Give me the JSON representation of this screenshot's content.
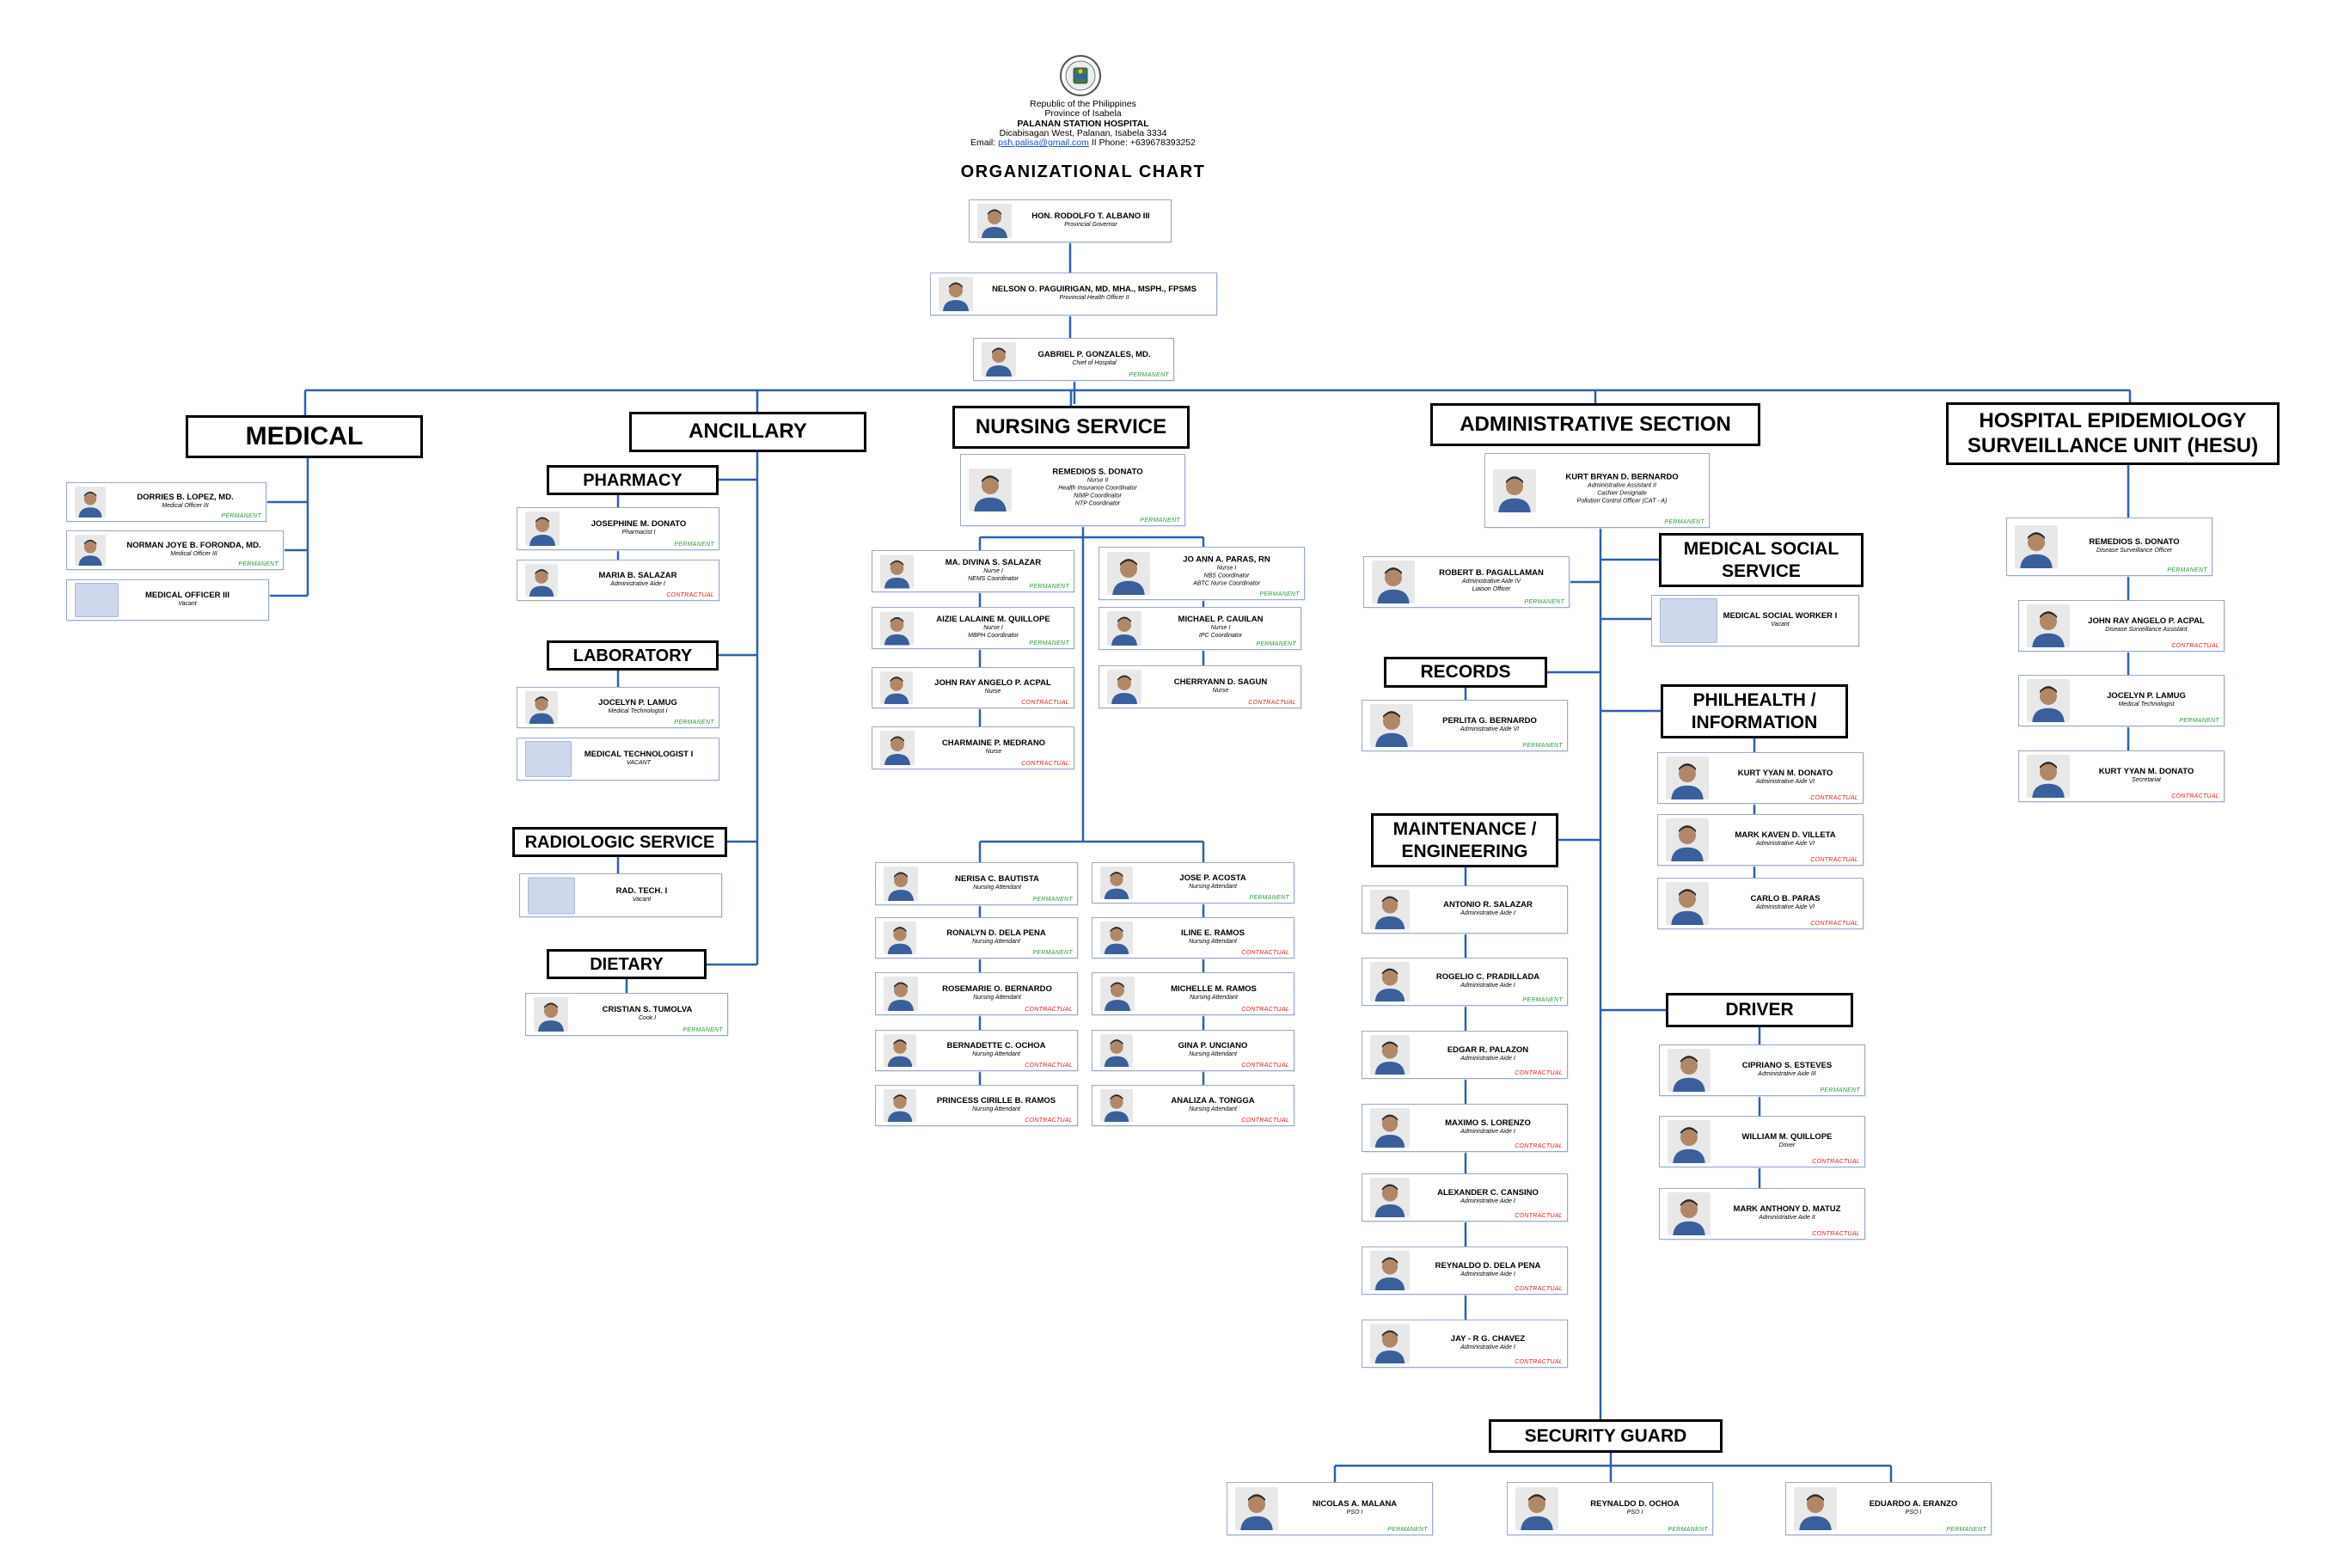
{
  "header": {
    "republic": "Republic of the Philippines",
    "province": "Province of Isabela",
    "hospital": "PALANAN STATION HOSPITAL",
    "address": "Dicabisagan West, Palanan, Isabela 3334",
    "email_label": "Email:",
    "email": "psh.palisa@gmail.com",
    "phone": "II Phone: +639678393252",
    "title": "ORGANIZATIONAL CHART"
  },
  "colors": {
    "connector": "#2f5fb3",
    "permanent": "#2a9a3a",
    "contractual": "#e21b1b",
    "vacant_photo": "#cdd8ec"
  },
  "sections": {
    "medical": "MEDICAL",
    "ancillary": "ANCILLARY",
    "nursing": "NURSING SERVICE",
    "admin": "ADMINISTRATIVE SECTION",
    "hesu": "HOSPITAL EPIDEMIOLOGY SURVEILLANCE UNIT (HESU)",
    "pharmacy": "PHARMACY",
    "laboratory": "LABORATORY",
    "radiologic": "RADIOLOGIC SERVICE",
    "dietary": "DIETARY",
    "medical_social": "MEDICAL SOCIAL SERVICE",
    "records": "RECORDS",
    "philhealth": "PHILHEALTH / INFORMATION",
    "maintenance": "MAINTENANCE / ENGINEERING",
    "driver": "DRIVER",
    "security": "SECURITY GUARD"
  },
  "cards": {
    "governor": {
      "name": "HON. RODOLFO T. ALBANO III",
      "lines": [
        "Provincial Governor"
      ],
      "status": "",
      "photo": "person"
    },
    "pho": {
      "name": "NELSON O. PAGUIRIGAN, MD. MHA., MSPH., FPSMS",
      "lines": [
        "Provincial Health Officer II"
      ],
      "status": "",
      "photo": "person"
    },
    "coh": {
      "name": "GABRIEL P. GONZALES, MD.",
      "lines": [
        "Chief of Hospital"
      ],
      "status": "PERMANENT",
      "photo": "person"
    },
    "med1": {
      "name": "DORRIES B. LOPEZ, MD.",
      "lines": [
        "Medical Officer III"
      ],
      "status": "PERMANENT",
      "photo": "person"
    },
    "med2": {
      "name": "NORMAN JOYE B. FORONDA, MD.",
      "lines": [
        "Medical Officer III"
      ],
      "status": "PERMANENT",
      "photo": "person"
    },
    "med3": {
      "name": "MEDICAL OFFICER III",
      "lines": [
        "Vacant"
      ],
      "status": "",
      "photo": "vacant"
    },
    "pharm1": {
      "name": "JOSEPHINE M. DONATO",
      "lines": [
        "Pharmacist I"
      ],
      "status": "PERMANENT",
      "photo": "person"
    },
    "pharm2": {
      "name": "MARIA B. SALAZAR",
      "lines": [
        "Administrative Aide I"
      ],
      "status": "CONTRACTUAL",
      "photo": "person"
    },
    "lab1": {
      "name": "JOCELYN P. LAMUG",
      "lines": [
        "Medical Technologist I"
      ],
      "status": "PERMANENT",
      "photo": "person"
    },
    "lab2": {
      "name": "MEDICAL TECHNOLOGIST I",
      "lines": [
        "VACANT"
      ],
      "status": "",
      "photo": "vacant"
    },
    "rad1": {
      "name": "RAD. TECH. I",
      "lines": [
        "Vacant"
      ],
      "status": "",
      "photo": "vacant"
    },
    "diet1": {
      "name": "CRISTIAN S. TUMOLVA",
      "lines": [
        "Cook I"
      ],
      "status": "PERMANENT",
      "photo": "person"
    },
    "nurse_head": {
      "name": "REMEDIOS S. DONATO",
      "lines": [
        "Nurse II",
        "Health Insurance Coordinator",
        "NIMP Coordinator",
        "NTP Coordinator"
      ],
      "status": "PERMANENT",
      "photo": "person"
    },
    "n1": {
      "name": "MA. DIVINA S. SALAZAR",
      "lines": [
        "Nurse I",
        "NEMS Coordinator"
      ],
      "status": "PERMANENT",
      "photo": "person"
    },
    "n2": {
      "name": "AIZIE LALAINE M. QUILLOPE",
      "lines": [
        "Nurse I",
        "MBPH Coordinator"
      ],
      "status": "PERMANENT",
      "photo": "person"
    },
    "n3": {
      "name": "JOHN RAY ANGELO P. ACPAL",
      "lines": [
        "Nurse"
      ],
      "status": "CONTRACTUAL",
      "photo": "person"
    },
    "n4": {
      "name": "CHARMAINE P. MEDRANO",
      "lines": [
        "Nurse"
      ],
      "status": "CONTRACTUAL",
      "photo": "person"
    },
    "n5": {
      "name": "JO ANN A. PARAS, RN",
      "lines": [
        "Nurse I",
        "NBS Coordinator",
        "ABTC Nurse Coordinator"
      ],
      "status": "PERMANENT",
      "photo": "person"
    },
    "n6": {
      "name": "MICHAEL P. CAUILAN",
      "lines": [
        "Nurse I",
        "IPC Coordinator"
      ],
      "status": "PERMANENT",
      "photo": "person"
    },
    "n7": {
      "name": "CHERRYANN D. SAGUN",
      "lines": [
        "Nurse"
      ],
      "status": "CONTRACTUAL",
      "photo": "person"
    },
    "na1": {
      "name": "NERISA C. BAUTISTA",
      "lines": [
        "Nursing Attendant"
      ],
      "status": "PERMANENT",
      "photo": "person"
    },
    "na2": {
      "name": "RONALYN D. DELA PENA",
      "lines": [
        "Nursing Attendant"
      ],
      "status": "PERMANENT",
      "photo": "person"
    },
    "na3": {
      "name": "ROSEMARIE O. BERNARDO",
      "lines": [
        "Nursing Attendant"
      ],
      "status": "CONTRACTUAL",
      "photo": "person"
    },
    "na4": {
      "name": "BERNADETTE C. OCHOA",
      "lines": [
        "Nursing Attendant"
      ],
      "status": "CONTRACTUAL",
      "photo": "person"
    },
    "na5": {
      "name": "PRINCESS CIRILLE B. RAMOS",
      "lines": [
        "Nursing Attendant"
      ],
      "status": "CONTRACTUAL",
      "photo": "person"
    },
    "na6": {
      "name": "JOSE P. ACOSTA",
      "lines": [
        "Nursing Attendant"
      ],
      "status": "PERMANENT",
      "photo": "person"
    },
    "na7": {
      "name": "ILINE E. RAMOS",
      "lines": [
        "Nursing Attendant"
      ],
      "status": "CONTRACTUAL",
      "photo": "person"
    },
    "na8": {
      "name": "MICHELLE M. RAMOS",
      "lines": [
        "Nursing Attendant"
      ],
      "status": "CONTRACTUAL",
      "photo": "person"
    },
    "na9": {
      "name": "GINA P. UNCIANO",
      "lines": [
        "Nursing Attendant"
      ],
      "status": "CONTRACTUAL",
      "photo": "person"
    },
    "na10": {
      "name": "ANALIZA A. TONGGA",
      "lines": [
        "Nursing Attendant"
      ],
      "status": "CONTRACTUAL",
      "photo": "person"
    },
    "admin_head": {
      "name": "KURT BRYAN D. BERNARDO",
      "lines": [
        "Administrative Assistant II",
        "Cashier Designate",
        "Pollution Control Officer (CAT - A)"
      ],
      "status": "PERMANENT",
      "photo": "person"
    },
    "liaison": {
      "name": "ROBERT B. PAGALLAMAN",
      "lines": [
        "Administrative Aide IV",
        "Liaison Officer"
      ],
      "status": "PERMANENT",
      "photo": "person"
    },
    "rec1": {
      "name": "PERLITA G. BERNARDO",
      "lines": [
        "Administrative Aide VI"
      ],
      "status": "PERMANENT",
      "photo": "person"
    },
    "mnt1": {
      "name": "ANTONIO R. SALAZAR",
      "lines": [
        "Administrative Aide I"
      ],
      "status": "",
      "photo": "person"
    },
    "mnt2": {
      "name": "ROGELIO C. PRADILLADA",
      "lines": [
        "Administrative Aide I"
      ],
      "status": "PERMANENT",
      "photo": "person"
    },
    "mnt3": {
      "name": "EDGAR R. PALAZON",
      "lines": [
        "Administrative Aide I"
      ],
      "status": "CONTRACTUAL",
      "photo": "person"
    },
    "mnt4": {
      "name": "MAXIMO S. LORENZO",
      "lines": [
        "Administrative Aide I"
      ],
      "status": "CONTRACTUAL",
      "photo": "person"
    },
    "mnt5": {
      "name": "ALEXANDER C. CANSINO",
      "lines": [
        "Administrative Aide I"
      ],
      "status": "CONTRACTUAL",
      "photo": "person"
    },
    "mnt6": {
      "name": "REYNALDO D. DELA PENA",
      "lines": [
        "Administrative Aide I"
      ],
      "status": "CONTRACTUAL",
      "photo": "person"
    },
    "mnt7": {
      "name": "JAY - R G. CHAVEZ",
      "lines": [
        "Administrative Aide I"
      ],
      "status": "CONTRACTUAL",
      "photo": "person"
    },
    "msw1": {
      "name": "MEDICAL SOCIAL WORKER I",
      "lines": [
        "Vacant"
      ],
      "status": "",
      "photo": "vacant"
    },
    "ph1": {
      "name": "KURT YYAN M. DONATO",
      "lines": [
        "Administrative Aide VI"
      ],
      "status": "CONTRACTUAL",
      "photo": "person"
    },
    "ph2": {
      "name": "MARK KAVEN D. VILLETA",
      "lines": [
        "Administrative Aide VI"
      ],
      "status": "CONTRACTUAL",
      "photo": "person"
    },
    "ph3": {
      "name": "CARLO B. PARAS",
      "lines": [
        "Administrative Aide VI"
      ],
      "status": "CONTRACTUAL",
      "photo": "person"
    },
    "drv1": {
      "name": "CIPRIANO S. ESTEVES",
      "lines": [
        "Administrative Aide III"
      ],
      "status": "PERMANENT",
      "photo": "person"
    },
    "drv2": {
      "name": "WILLIAM M. QUILLOPE",
      "lines": [
        "Driver"
      ],
      "status": "CONTRACTUAL",
      "photo": "person"
    },
    "drv3": {
      "name": "MARK ANTHONY D. MATUZ",
      "lines": [
        "Administrative Aide II"
      ],
      "status": "CONTRACTUAL",
      "photo": "person"
    },
    "sg1": {
      "name": "NICOLAS A. MALANA",
      "lines": [
        "PSO I"
      ],
      "status": "PERMANENT",
      "photo": "person"
    },
    "sg2": {
      "name": "REYNALDO D. OCHOA",
      "lines": [
        "PSO I"
      ],
      "status": "PERMANENT",
      "photo": "person"
    },
    "sg3": {
      "name": "EDUARDO A. ERANZO",
      "lines": [
        "PSO I"
      ],
      "status": "PERMANENT",
      "photo": "person"
    },
    "hesu1": {
      "name": "REMEDIOS S. DONATO",
      "lines": [
        "Disease Surveillance Officer"
      ],
      "status": "PERMANENT",
      "photo": "person"
    },
    "hesu2": {
      "name": "JOHN RAY ANGELO P. ACPAL",
      "lines": [
        "Disease Surveillance Assistant"
      ],
      "status": "CONTRACTUAL",
      "photo": "person"
    },
    "hesu3": {
      "name": "JOCELYN P. LAMUG",
      "lines": [
        "Medical Technologist"
      ],
      "status": "PERMANENT",
      "photo": "person"
    },
    "hesu4": {
      "name": "KURT YYAN M. DONATO",
      "lines": [
        "Secretariat"
      ],
      "status": "CONTRACTUAL",
      "photo": "person"
    }
  }
}
